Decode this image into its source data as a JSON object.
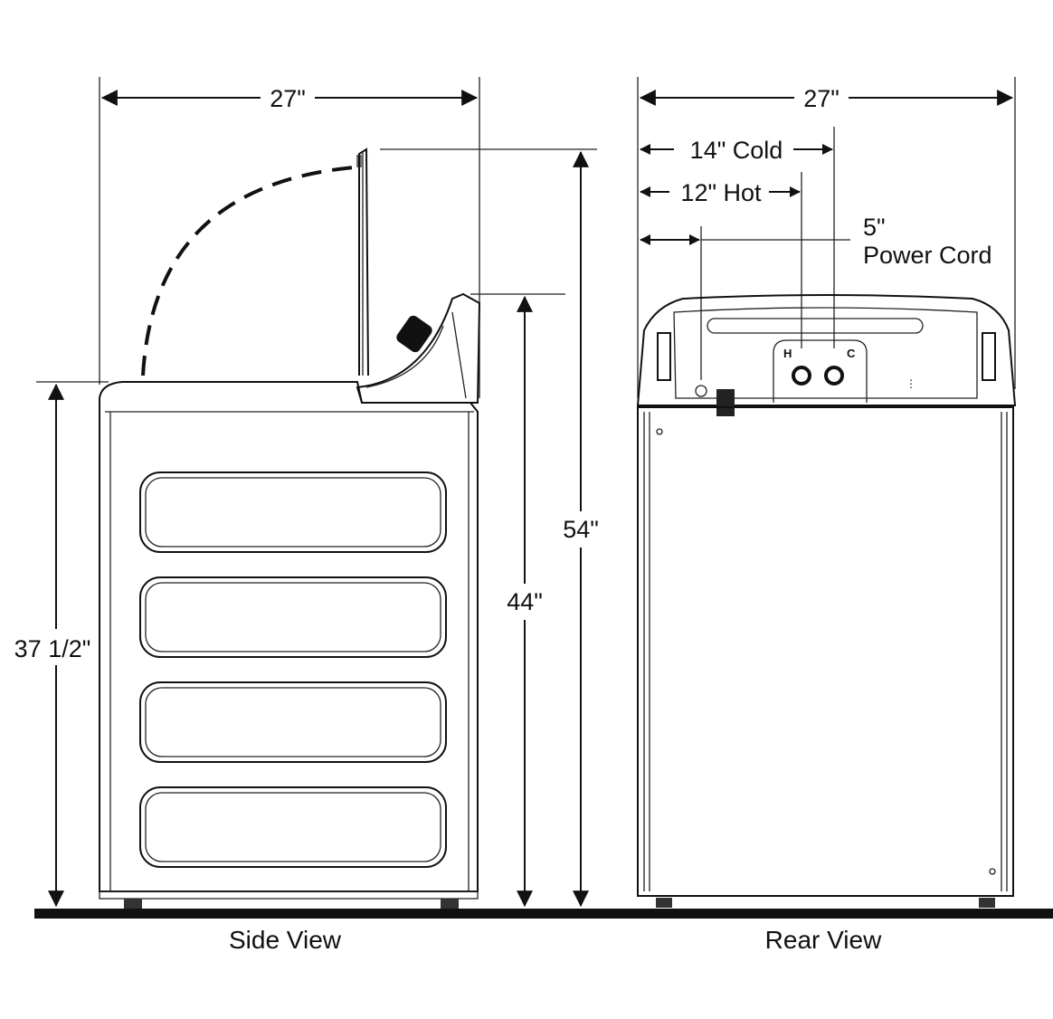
{
  "side_view": {
    "caption": "Side View",
    "width_label": "27\"",
    "height_lid_open_label": "54\"",
    "height_console_label": "44\"",
    "height_cabinet_label": "37 1/2\""
  },
  "rear_view": {
    "caption": "Rear View",
    "width_label": "27\"",
    "cold_label": "14\" Cold",
    "hot_label": "12\" Hot",
    "power_cord_value": "5\"",
    "power_cord_label": "Power Cord",
    "hot_marker": "H",
    "cold_marker": "C"
  },
  "colors": {
    "line": "#111111",
    "background": "#ffffff"
  }
}
